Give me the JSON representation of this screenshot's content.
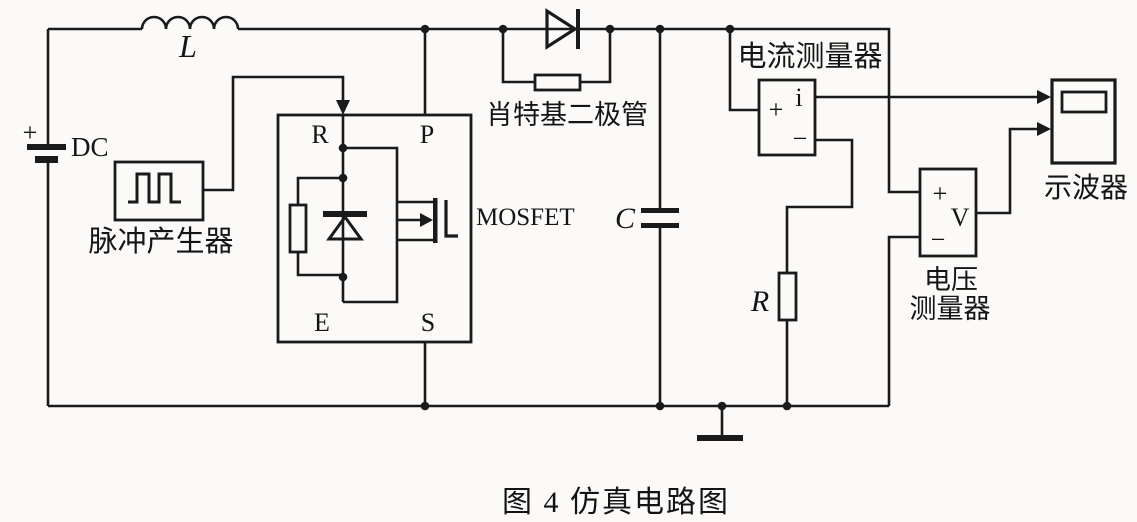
{
  "figure": {
    "caption": "图 4 仿真电路图"
  },
  "components": {
    "inductor": {
      "label": "L"
    },
    "dc_source": {
      "plus": "+",
      "label": "DC"
    },
    "pulse_generator": {
      "label": "脉冲产生器"
    },
    "mosfet_module": {
      "pin_top_left": "R",
      "pin_top_right": "P",
      "pin_bottom_left": "E",
      "pin_bottom_right": "S",
      "label": "MOSFET"
    },
    "schottky_diode": {
      "label": "肖特基二极管"
    },
    "capacitor": {
      "label": "C"
    },
    "current_meter": {
      "label": "电流测量器",
      "plus": "+",
      "output": "i",
      "minus": "−"
    },
    "load_resistor": {
      "label": "R"
    },
    "voltage_meter": {
      "label_line1": "电压",
      "label_line2": "测量器",
      "plus": "+",
      "output": "V",
      "minus": "−"
    },
    "oscilloscope": {
      "label": "示波器"
    }
  },
  "colors": {
    "line": "#1a1a1a",
    "paper": "#fbfaf8"
  }
}
